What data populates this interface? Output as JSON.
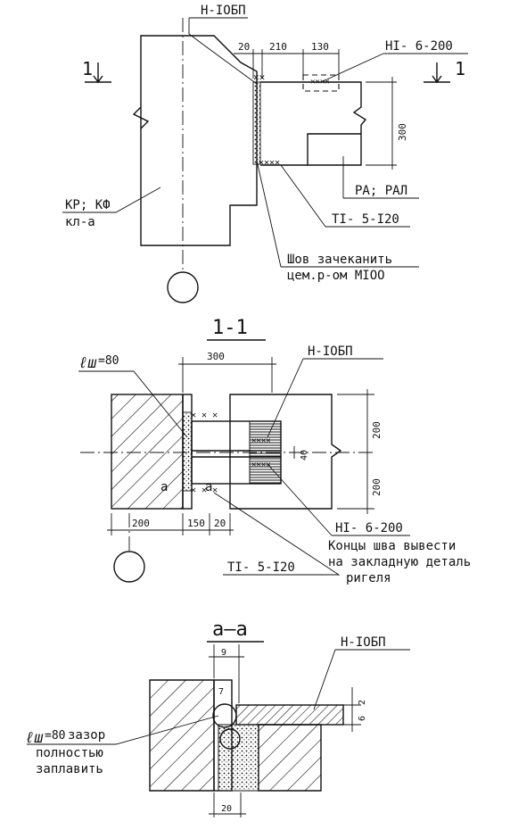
{
  "top_view": {
    "weld_top_label": "Н-IОБП",
    "section_mark": "1",
    "dim_20": "20",
    "dim_210": "210",
    "dim_130": "130",
    "dim_300": "300",
    "weld_h1_label": "НI- 6-200",
    "column_label_1": "КР; КФ",
    "column_label_2": "кл-а",
    "beam_label": "РА; РАЛ",
    "weld_t1_label": "ТI- 5-I20",
    "note_line_1": "Шов зачеканить",
    "note_line_2": "цем.р-ом МIОО"
  },
  "section_11": {
    "title": "1-1",
    "lw_label": "=80",
    "lw_symbol": "ℓш",
    "dim_300": "300",
    "weld_top_label": "Н-IОБП",
    "dim_200_right_top": "200",
    "dim_200_right_bottom": "200",
    "dim_40": "40",
    "mark_a_left": "а",
    "mark_a_right": "а",
    "dim_200_bottom": "200",
    "dim_150": "150",
    "dim_20": "20",
    "weld_h1_label": "НI- 6-200",
    "note_line_1": "Концы шва вывести",
    "note_line_2": "на закладную деталь",
    "note_line_3": "ригеля",
    "weld_t1_label": "ТI- 5-I20"
  },
  "section_aa": {
    "title": "а–а",
    "weld_label": "Н-IОБП",
    "dim_9": "9",
    "dim_7": "7",
    "dim_2": "2",
    "dim_6": "6",
    "dim_20": "20",
    "lw_symbol": "ℓш",
    "lw_label": "=80",
    "note_word": "зазор",
    "note_line_2": "полностью",
    "note_line_3": "заплавить"
  }
}
